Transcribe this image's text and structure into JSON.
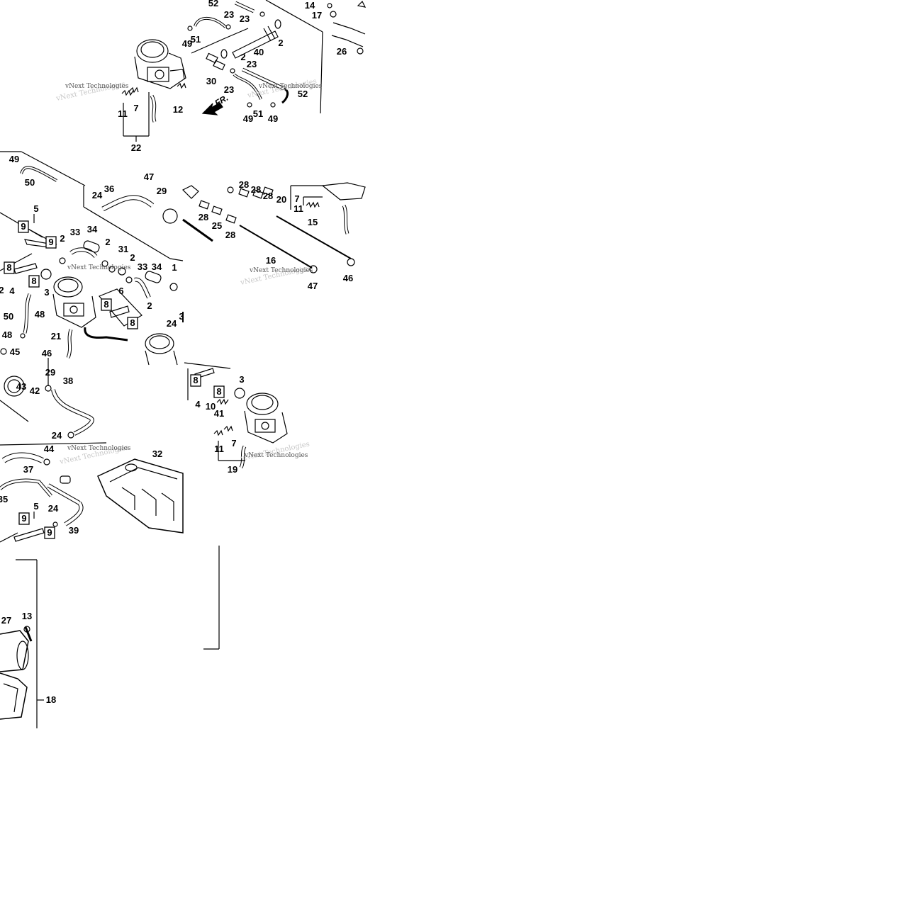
{
  "watermark": {
    "text": "vNext Technologies",
    "shadow_text": "vNext Technologies"
  },
  "direction_label": "FR.",
  "callouts": [
    {
      "id": "c52a",
      "label": "52"
    },
    {
      "id": "c23a",
      "label": "23"
    },
    {
      "id": "c23b",
      "label": "23"
    },
    {
      "id": "c49a",
      "label": "49"
    },
    {
      "id": "c51a",
      "label": "51"
    },
    {
      "id": "c2a",
      "label": "2"
    },
    {
      "id": "c40",
      "label": "40"
    },
    {
      "id": "c2b",
      "label": "2"
    },
    {
      "id": "c23c",
      "label": "23"
    },
    {
      "id": "c30",
      "label": "30"
    },
    {
      "id": "c23d",
      "label": "23"
    },
    {
      "id": "c52b",
      "label": "52"
    },
    {
      "id": "c51b",
      "label": "51"
    },
    {
      "id": "c49b",
      "label": "49"
    },
    {
      "id": "c49c",
      "label": "49"
    },
    {
      "id": "c11a",
      "label": "11"
    },
    {
      "id": "c7a",
      "label": "7"
    },
    {
      "id": "c12",
      "label": "12"
    },
    {
      "id": "c22",
      "label": "22"
    },
    {
      "id": "c14",
      "label": "14"
    },
    {
      "id": "c17",
      "label": "17"
    },
    {
      "id": "c26",
      "label": "26"
    },
    {
      "id": "c49d",
      "label": "49"
    },
    {
      "id": "c50a",
      "label": "50"
    },
    {
      "id": "c47a",
      "label": "47"
    },
    {
      "id": "c24a",
      "label": "24"
    },
    {
      "id": "c36",
      "label": "36"
    },
    {
      "id": "c29a",
      "label": "29"
    },
    {
      "id": "c28a",
      "label": "28"
    },
    {
      "id": "c28b",
      "label": "28"
    },
    {
      "id": "c28c",
      "label": "28"
    },
    {
      "id": "c20",
      "label": "20"
    },
    {
      "id": "c7b",
      "label": "7"
    },
    {
      "id": "c11b",
      "label": "11"
    },
    {
      "id": "c28d",
      "label": "28"
    },
    {
      "id": "c25",
      "label": "25"
    },
    {
      "id": "c28e",
      "label": "28"
    },
    {
      "id": "c15",
      "label": "15"
    },
    {
      "id": "c16",
      "label": "16"
    },
    {
      "id": "c47b",
      "label": "47"
    },
    {
      "id": "c46a",
      "label": "46"
    },
    {
      "id": "c5a",
      "label": "5"
    },
    {
      "id": "c9a",
      "label": "9"
    },
    {
      "id": "c9b",
      "label": "9"
    },
    {
      "id": "c34a",
      "label": "34"
    },
    {
      "id": "c33a",
      "label": "33"
    },
    {
      "id": "c2c",
      "label": "2"
    },
    {
      "id": "c2d",
      "label": "2"
    },
    {
      "id": "c31",
      "label": "31"
    },
    {
      "id": "c2e",
      "label": "2"
    },
    {
      "id": "c33b",
      "label": "33"
    },
    {
      "id": "c34b",
      "label": "34"
    },
    {
      "id": "c1",
      "label": "1"
    },
    {
      "id": "c8a",
      "label": "8"
    },
    {
      "id": "c8b",
      "label": "8"
    },
    {
      "id": "c2f",
      "label": "2"
    },
    {
      "id": "c4a",
      "label": "4"
    },
    {
      "id": "c3a",
      "label": "3"
    },
    {
      "id": "c6",
      "label": "6"
    },
    {
      "id": "c8c",
      "label": "8"
    },
    {
      "id": "c8d",
      "label": "8"
    },
    {
      "id": "c2g",
      "label": "2"
    },
    {
      "id": "c50b",
      "label": "50"
    },
    {
      "id": "c48a",
      "label": "48"
    },
    {
      "id": "c24b",
      "label": "24"
    },
    {
      "id": "c3b",
      "label": "3"
    },
    {
      "id": "c21",
      "label": "21"
    },
    {
      "id": "c48b",
      "label": "48"
    },
    {
      "id": "c45",
      "label": "45"
    },
    {
      "id": "c46b",
      "label": "46"
    },
    {
      "id": "c29b",
      "label": "29"
    },
    {
      "id": "c38",
      "label": "38"
    },
    {
      "id": "c43",
      "label": "43"
    },
    {
      "id": "c42",
      "label": "42"
    },
    {
      "id": "c24c",
      "label": "24"
    },
    {
      "id": "c8e",
      "label": "8"
    },
    {
      "id": "c8f",
      "label": "8"
    },
    {
      "id": "c3c",
      "label": "3"
    },
    {
      "id": "c4b",
      "label": "4"
    },
    {
      "id": "c10",
      "label": "10"
    },
    {
      "id": "c41",
      "label": "41"
    },
    {
      "id": "c11c",
      "label": "11"
    },
    {
      "id": "c7c",
      "label": "7"
    },
    {
      "id": "c19",
      "label": "19"
    },
    {
      "id": "c44",
      "label": "44"
    },
    {
      "id": "c37",
      "label": "37"
    },
    {
      "id": "c32",
      "label": "32"
    },
    {
      "id": "c35",
      "label": "35"
    },
    {
      "id": "c5b",
      "label": "5"
    },
    {
      "id": "c24d",
      "label": "24"
    },
    {
      "id": "c9c",
      "label": "9"
    },
    {
      "id": "c9d",
      "label": "9"
    },
    {
      "id": "c39",
      "label": "39"
    },
    {
      "id": "c27",
      "label": "27"
    },
    {
      "id": "c13",
      "label": "13"
    },
    {
      "id": "c18",
      "label": "18"
    }
  ]
}
